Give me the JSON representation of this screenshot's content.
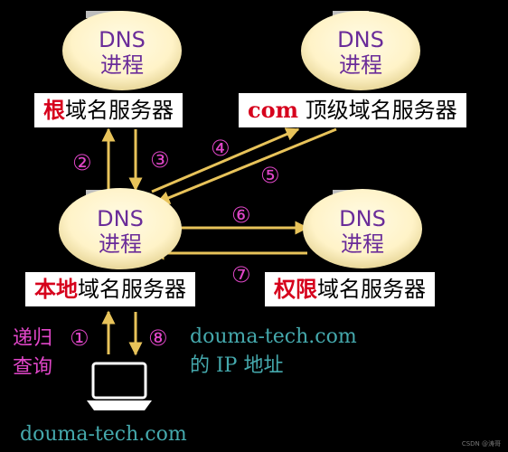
{
  "nodes": {
    "root_process": {
      "line1": "DNS",
      "line2": "进程"
    },
    "com_process": {
      "line1": "DNS",
      "line2": "进程"
    },
    "local_process": {
      "line1": "DNS",
      "line2": "进程"
    },
    "auth_process": {
      "line1": "DNS",
      "line2": "进程"
    }
  },
  "labels": {
    "root": {
      "highlight": "根",
      "rest": "域名服务器"
    },
    "com": {
      "highlight": "com",
      "rest": " 顶级域名服务器"
    },
    "local": {
      "highlight": "本地",
      "rest": "域名服务器"
    },
    "auth": {
      "highlight": "权限",
      "rest": "域名服务器"
    }
  },
  "steps": [
    "①",
    "②",
    "③",
    "④",
    "⑤",
    "⑥",
    "⑦",
    "⑧"
  ],
  "query_type": {
    "line1": "递归",
    "line2": "查询"
  },
  "result": {
    "line1": "douma-tech.com",
    "line2": "的 IP 地址"
  },
  "client_domain": "douma-tech.com",
  "watermark": "CSDN @涛哥",
  "colors": {
    "arrow": "#e8c35a",
    "step": "#e046c8",
    "teal": "#45a9ad",
    "highlight": "#d6001c",
    "process_text": "#6a2c99"
  }
}
